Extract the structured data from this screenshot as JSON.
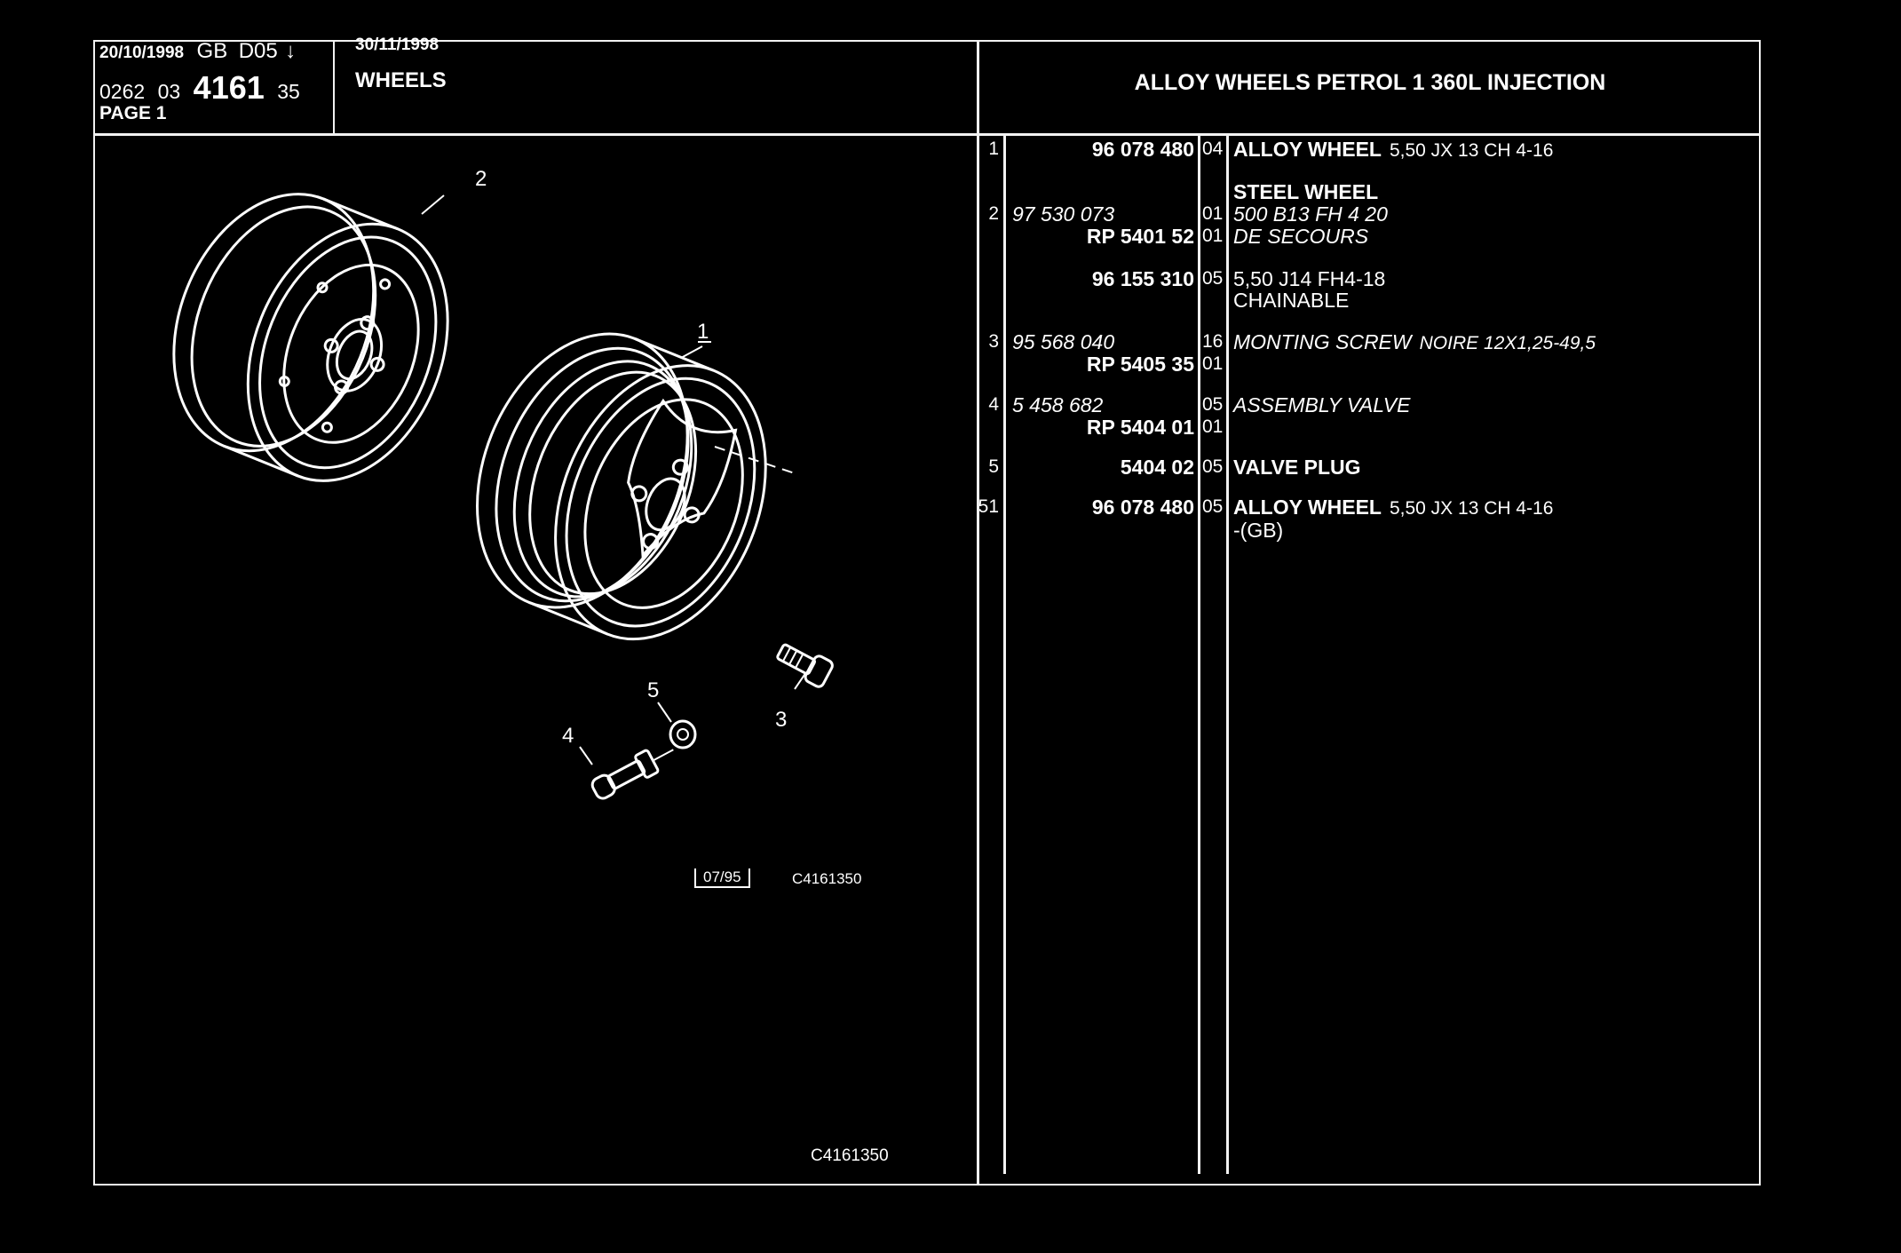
{
  "header": {
    "date": "20/10/1998",
    "region": "GB",
    "edition": "D05",
    "edition_marker": "↓",
    "doc_prefix": "0262",
    "doc_section": "03",
    "doc_number": "4161",
    "doc_suffix": "35",
    "page_label": "PAGE 1",
    "update_date": "30/11/1998",
    "group_title": "WHEELS",
    "section_title": "ALLOY WHEELS PETROL 1 360L INJECTION"
  },
  "diagram": {
    "callouts": [
      "1",
      "2",
      "3",
      "4",
      "5"
    ],
    "stamp_date": "07/95",
    "stamp_ref": "C4161350",
    "figure_ref": "C4161350"
  },
  "parts": [
    {
      "ref": "1",
      "lines": [
        {
          "pn": "96 078 480",
          "pn_style": "b",
          "qty": "04",
          "desc": "ALLOY WHEEL",
          "desc_style": "b",
          "detail": "5,50 JX 13 CH 4-16"
        }
      ]
    },
    {
      "ref": "",
      "lines": [
        {
          "pn": "",
          "qty": "",
          "desc": "STEEL WHEEL",
          "desc_style": "b",
          "detail": ""
        }
      ]
    },
    {
      "ref": "2",
      "lines": [
        {
          "pn": "97 530 073",
          "pn_style": "i",
          "qty": "01",
          "desc": "500 B13 FH 4 20",
          "desc_style": "i",
          "detail": ""
        },
        {
          "pn": "RP 5401 52",
          "pn_style": "b",
          "qty": "01",
          "desc": "DE SECOURS",
          "desc_style": "i",
          "detail": ""
        }
      ]
    },
    {
      "ref": "",
      "lines": [
        {
          "pn": "96 155 310",
          "pn_style": "b",
          "qty": "05",
          "desc": "5,50 J14 FH4-18",
          "desc_style": "",
          "detail": ""
        },
        {
          "pn": "",
          "qty": "",
          "desc": "CHAINABLE",
          "desc_style": "",
          "detail": ""
        }
      ]
    },
    {
      "ref": "3",
      "lines": [
        {
          "pn": "95 568 040",
          "pn_style": "i",
          "qty": "16",
          "desc": "MONTING SCREW",
          "desc_style": "i",
          "detail": "NOIRE 12X1,25-49,5"
        },
        {
          "pn": "RP 5405 35",
          "pn_style": "b",
          "qty": "01",
          "desc": "",
          "desc_style": "",
          "detail": ""
        }
      ]
    },
    {
      "ref": "4",
      "lines": [
        {
          "pn": "5 458 682",
          "pn_style": "i",
          "qty": "05",
          "desc": "ASSEMBLY VALVE",
          "desc_style": "i",
          "detail": ""
        },
        {
          "pn": "RP 5404 01",
          "pn_style": "b",
          "qty": "01",
          "desc": "",
          "desc_style": "",
          "detail": ""
        }
      ]
    },
    {
      "ref": "5",
      "lines": [
        {
          "pn": "5404 02",
          "pn_style": "b",
          "qty": "05",
          "desc": "VALVE PLUG",
          "desc_style": "b",
          "detail": ""
        }
      ]
    },
    {
      "ref": "51",
      "lines": [
        {
          "pn": "96 078 480",
          "pn_style": "b",
          "qty": "05",
          "desc": "ALLOY WHEEL",
          "desc_style": "b",
          "detail": "5,50 JX 13 CH 4-16"
        },
        {
          "pn": "",
          "qty": "",
          "desc": "-(GB)",
          "desc_style": "",
          "detail": ""
        }
      ]
    }
  ]
}
